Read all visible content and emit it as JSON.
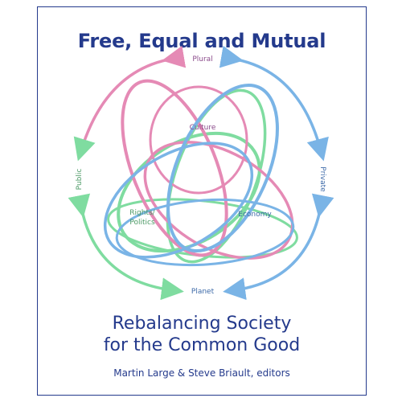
{
  "cover": {
    "title": "Free, Equal and Mutual",
    "subtitle_line1": "Rebalancing Society",
    "subtitle_line2": "for the Common Good",
    "editors": "Martin Large & Steve Briault, editors"
  },
  "diagram": {
    "outer_labels": {
      "top": "Plural",
      "left": "Public",
      "right": "Private",
      "bottom": "Planet"
    },
    "inner_labels": {
      "culture": "Culture",
      "rights_line1": "Rights/",
      "rights_line2": "Politics",
      "economy": "Economy"
    },
    "colors": {
      "title_blue": "#243a8c",
      "green": "#7fdca0",
      "pink": "#e58ab5",
      "blue": "#7ab4e6",
      "label_purple": "#8a4a8a",
      "label_green": "#4c9a66",
      "label_blue": "#3d6aa8"
    }
  }
}
